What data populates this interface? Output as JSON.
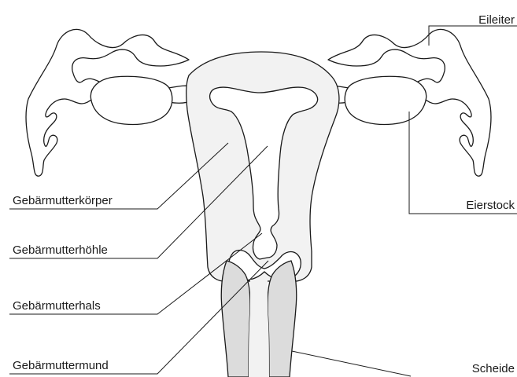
{
  "labels": {
    "eileiter": "Eileiter",
    "eierstock": "Eierstock",
    "scheide": "Scheide",
    "gebaermutterkoerper": "Gebärmutterkörper",
    "gebaermutterhoehle": "Gebärmutterhöhle",
    "gebaermutterhals": "Gebärmutterhals",
    "gebaermuttermund": "Gebärmuttermund"
  },
  "colors": {
    "outline": "#1a1a1a",
    "uterus": "#f2f2f2",
    "vaginal_wall": "#dcdcdc",
    "background": "#ffffff"
  }
}
